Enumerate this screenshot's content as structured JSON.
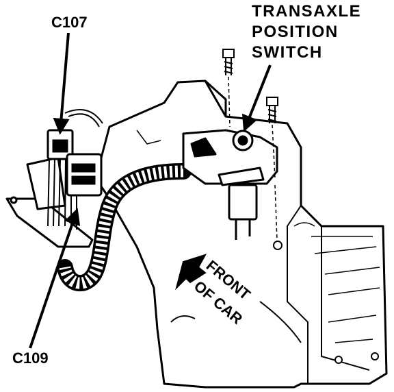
{
  "labels": {
    "c107": "C107",
    "c109": "C109",
    "switch_line1": "TRANSAXLE",
    "switch_line2": "POSITION",
    "switch_line3": "SWITCH",
    "front_line1": "FRONT",
    "front_line2": "OF CAR"
  },
  "colors": {
    "ink": "#000000",
    "paper": "#ffffff"
  }
}
